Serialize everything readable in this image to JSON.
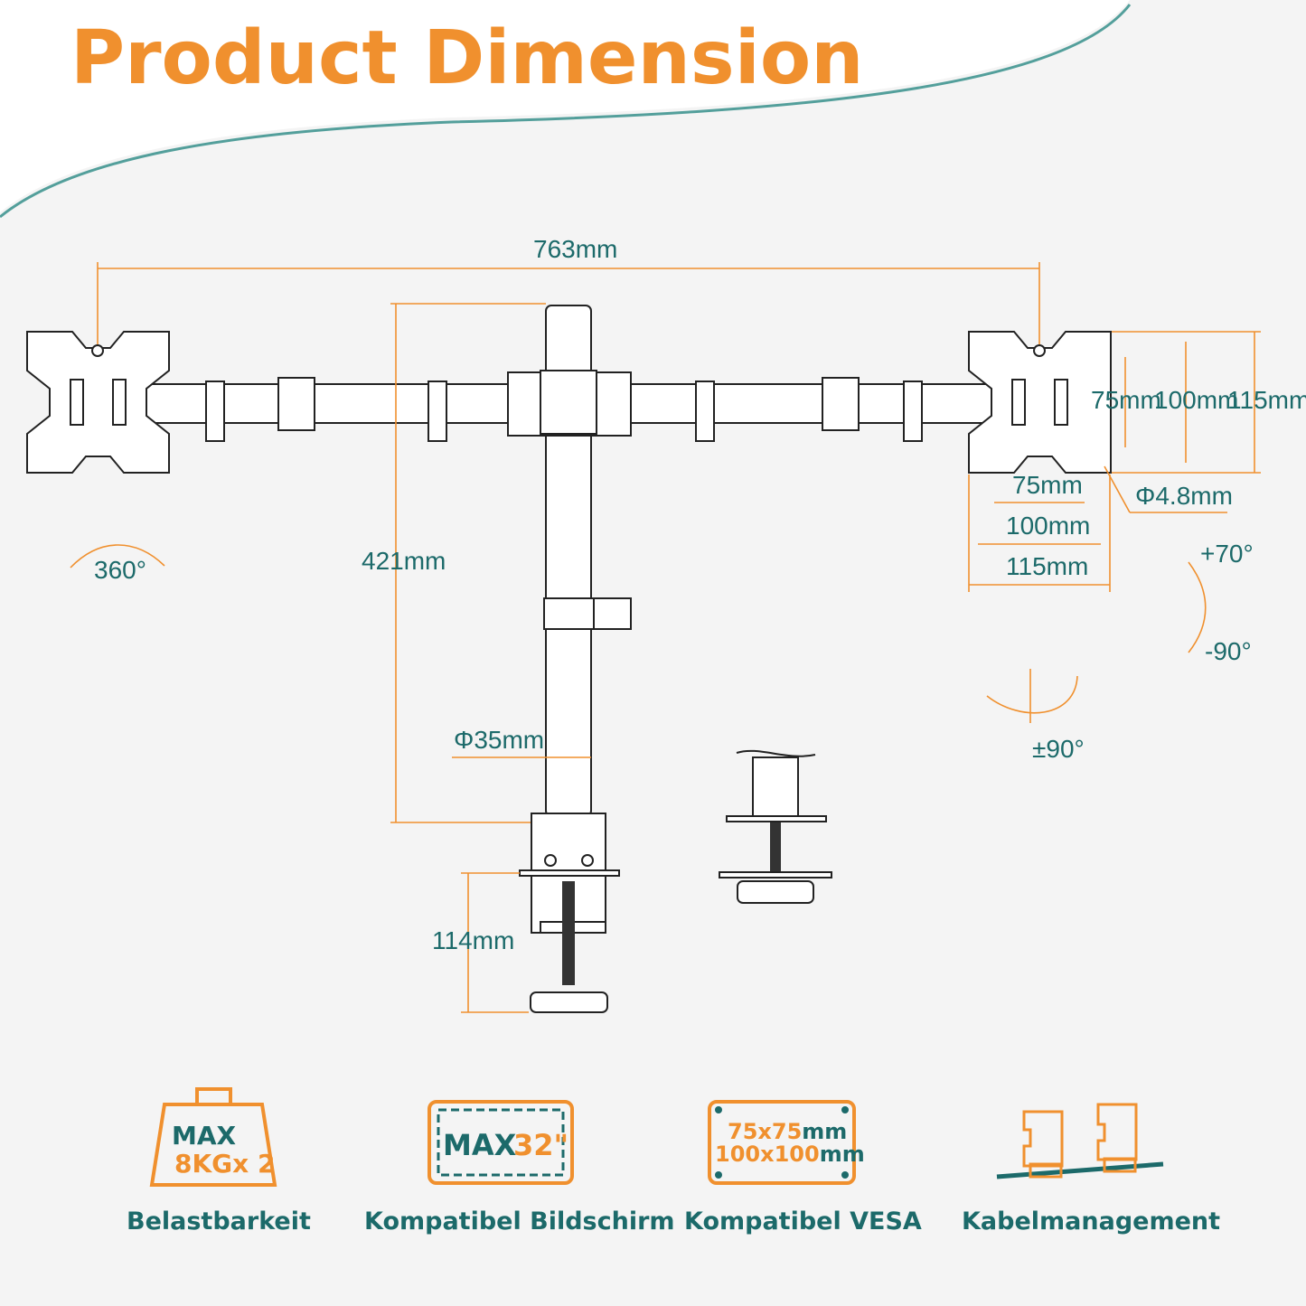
{
  "title": "Product Dimension",
  "dimensions": {
    "width": "763mm",
    "height": "421mm",
    "pole_diameter": "Φ35mm",
    "clamp": "114mm",
    "vesa_v75": "75mm",
    "vesa_v100": "100mm",
    "vesa_v115": "115mm",
    "vesa_h75": "75mm",
    "vesa_h100": "100mm",
    "vesa_h115": "115mm",
    "hole": "Φ4.8mm",
    "rotation": "360°",
    "tilt_up": "+70°",
    "tilt_down": "-90°",
    "swivel": "±90°"
  },
  "features": [
    {
      "label": "Belastbarkeit",
      "line1": "MAX",
      "line2": "8KGx 2"
    },
    {
      "label": "Kompatibel Bildschirm",
      "line1": "MAX",
      "line2": "32\""
    },
    {
      "label": "Kompatibel VESA",
      "line1": "75x75",
      "line1b": "mm",
      "line2": "100x100",
      "line2b": "mm"
    },
    {
      "label": "Kabelmanagement"
    }
  ],
  "colors": {
    "accent": "#f0902e",
    "teal": "#1c6a6a"
  }
}
